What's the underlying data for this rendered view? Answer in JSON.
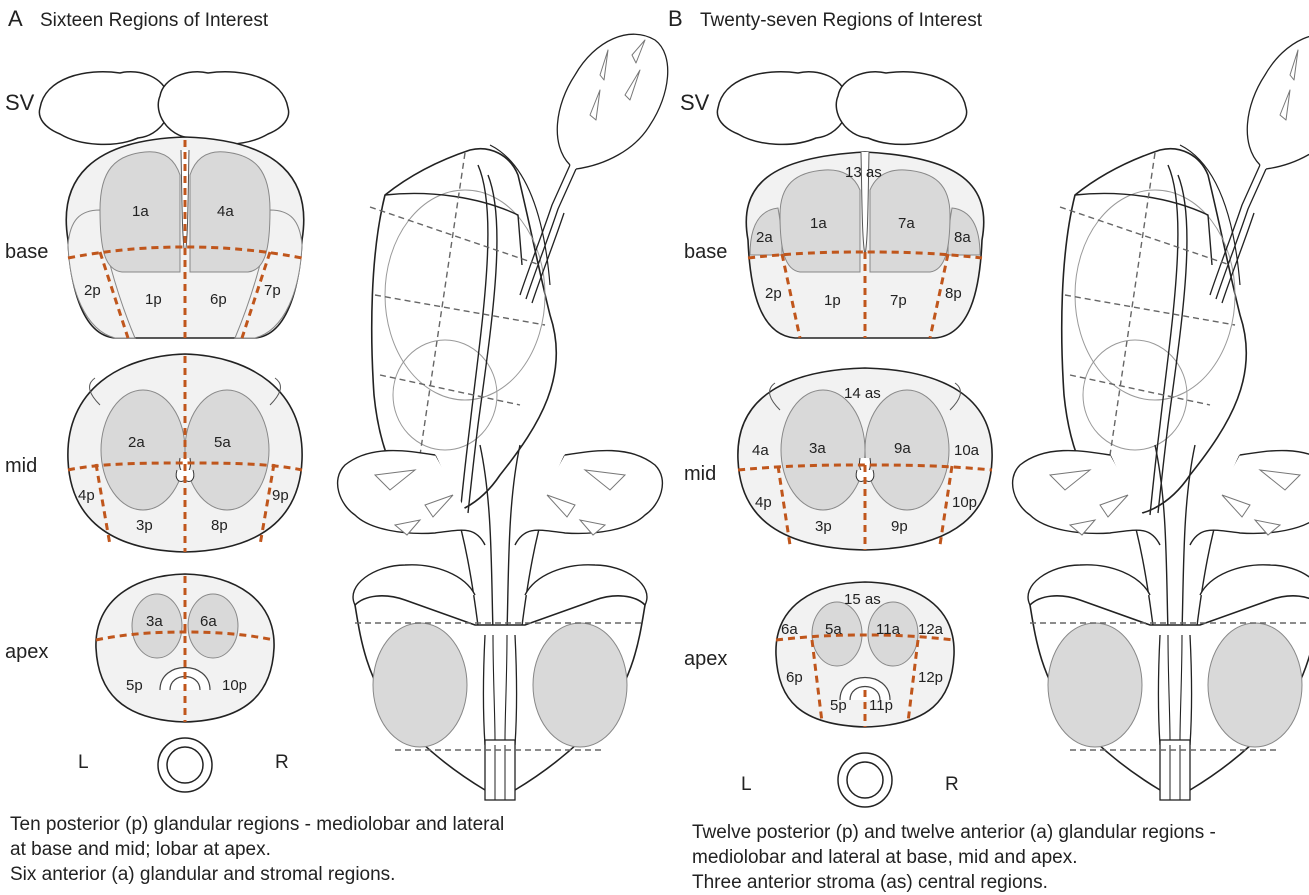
{
  "panel_a": {
    "letter": "A",
    "title": "Sixteen Regions of Interest",
    "labels": {
      "sv": "SV",
      "base": "base",
      "mid": "mid",
      "apex": "apex",
      "left": "L",
      "right": "R"
    },
    "base_regions": [
      "1a",
      "4a",
      "2p",
      "1p",
      "6p",
      "7p"
    ],
    "mid_regions": [
      "2a",
      "5a",
      "4p",
      "3p",
      "8p",
      "9p"
    ],
    "apex_regions": [
      "3a",
      "6a",
      "5p",
      "10p"
    ],
    "caption": [
      "Ten posterior (p) glandular regions - mediolobar and lateral",
      "at base and mid; lobar at apex.",
      "Six anterior (a) glandular and stromal regions."
    ]
  },
  "panel_b": {
    "letter": "B",
    "title": "Twenty-seven Regions of Interest",
    "labels": {
      "sv": "SV",
      "base": "base",
      "mid": "mid",
      "apex": "apex",
      "left": "L",
      "right": "R"
    },
    "base_regions": [
      "13 as",
      "1a",
      "7a",
      "2a",
      "8a",
      "2p",
      "1p",
      "7p",
      "8p"
    ],
    "mid_regions": [
      "14 as",
      "3a",
      "9a",
      "4a",
      "10a",
      "4p",
      "3p",
      "9p",
      "10p"
    ],
    "apex_regions": [
      "15 as",
      "5a",
      "11a",
      "6a",
      "12a",
      "6p",
      "5p",
      "11p",
      "12p"
    ],
    "caption": [
      "Twelve posterior (p) and twelve anterior (a) glandular regions -",
      "mediolobar and lateral at base, mid and apex.",
      "Three anterior stroma (as) central regions."
    ]
  },
  "colors": {
    "gland": "#d9d9d9",
    "peripheral": "#f2f2f2",
    "outline": "#222222",
    "divider": "#c0561c",
    "plane": "#666666"
  }
}
